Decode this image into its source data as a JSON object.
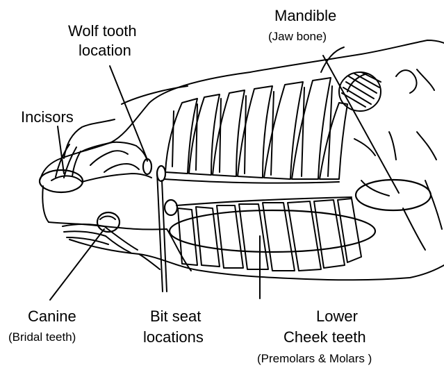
{
  "labels": {
    "mandible": "Mandible",
    "mandible_sub": "(Jaw bone)",
    "wolf_tooth_line1": "Wolf tooth",
    "wolf_tooth_line2": "location",
    "incisors": "Incisors",
    "canine": "Canine",
    "canine_sub": "(Bridal teeth)",
    "bit_seat_line1": "Bit seat",
    "bit_seat_line2": "locations",
    "lower": "Lower",
    "cheek_teeth": "Cheek teeth",
    "cheek_teeth_sub": "(Premolars & Molars )"
  },
  "colors": {
    "ink": "#000000",
    "background": "#ffffff"
  }
}
